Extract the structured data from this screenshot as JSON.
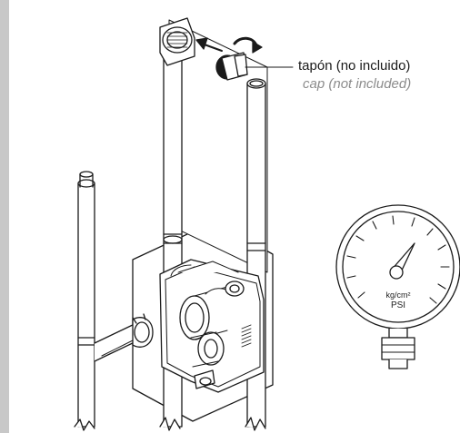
{
  "callout": {
    "label_es": "tapón (no incluido)",
    "label_en": "cap (not included)"
  },
  "gauge": {
    "unit_top": "kg/cm²",
    "unit_bottom": "PSI"
  },
  "colors": {
    "line": "#1a1a1a",
    "sidebar": "#c8c8c8",
    "secondary_text": "#8c8c8c"
  }
}
